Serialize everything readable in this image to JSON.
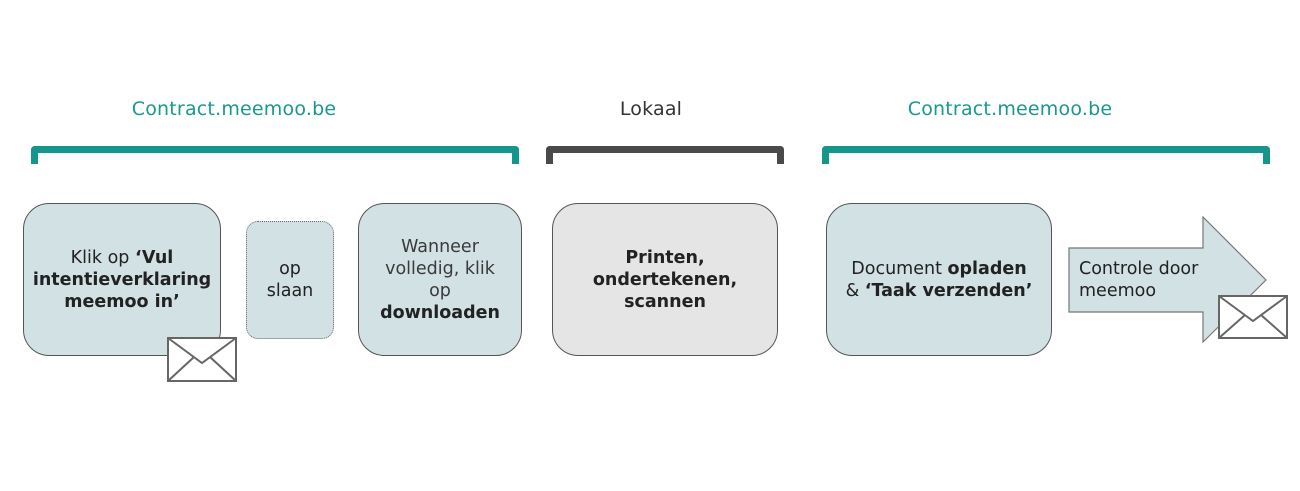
{
  "groups": [
    {
      "title": "Contract.meemoo.be"
    },
    {
      "title": "Lokaal"
    },
    {
      "title": "Contract.meemoo.be"
    }
  ],
  "steps": {
    "step1": {
      "prefix": "Klik op ",
      "bold": "‘Vul intentieverklaring meemoo in’"
    },
    "step2": {
      "line1": "op",
      "line2": "slaan"
    },
    "step3": {
      "line1": "Wanneer",
      "line2": "volledig, klik",
      "line3": "op",
      "bold": "downloaden"
    },
    "step4": {
      "line1": "Printen,",
      "line2": "ondertekenen,",
      "line3": "scannen"
    },
    "step5": {
      "prefix": "Document ",
      "bold1": "opladen",
      "amp": "& ",
      "bold2": "‘Taak verzenden’"
    },
    "step6": {
      "line1": "Controle door",
      "line2": "meemoo"
    }
  },
  "icons": {
    "envelope": "envelope-icon"
  },
  "colors": {
    "accent": "#18998f",
    "neutral": "#4a4a4a",
    "box_fill": "#d2e1e4",
    "box_fill_grey": "#e5e5e5"
  }
}
